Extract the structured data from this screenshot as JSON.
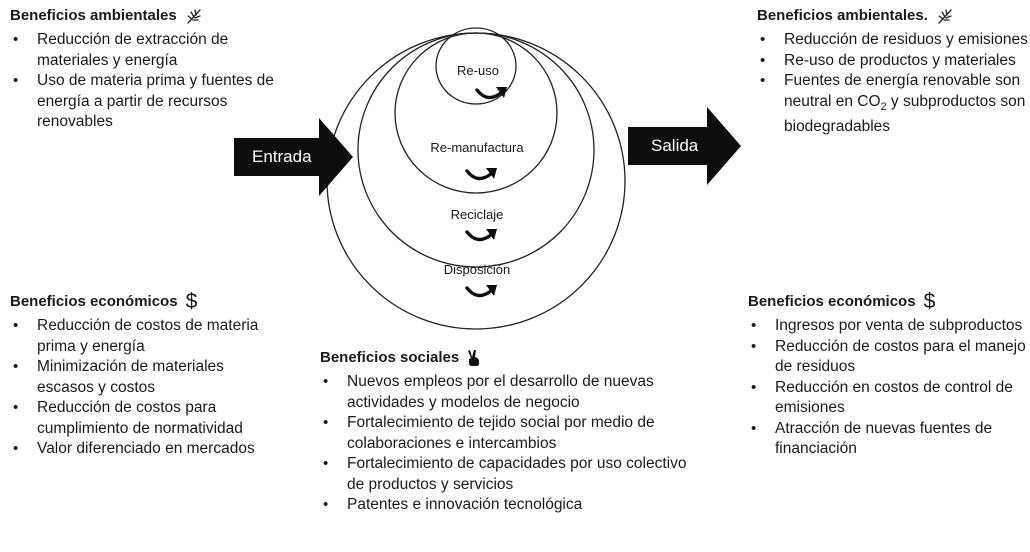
{
  "left_env": {
    "title": "Beneficios ambientales",
    "icon": "leaf-icon",
    "items": [
      "Reducción de extracción de materiales y energía",
      "Uso de materia prima y fuentes de energía a partir de recursos renovables"
    ]
  },
  "right_env": {
    "title": "Beneficios ambientales.",
    "icon": "leaf-icon",
    "items": [
      "Reducción de residuos y emisiones",
      "Re-uso de productos y materiales",
      "Fuentes de energía renovable son neutral en CO",
      "2",
      " y subproductos son biodegradables"
    ]
  },
  "left_econ": {
    "title": "Beneficios económicos",
    "icon": "$",
    "items": [
      "Reducción de costos  de materia prima y energía",
      "Minimización de materiales escasos y costos",
      "Reducción de costos para cumplimiento de normatividad",
      "Valor diferenciado en mercados"
    ]
  },
  "right_econ": {
    "title": "Beneficios económicos",
    "icon": "$",
    "items": [
      "Ingresos por venta de subproductos",
      "Reducción de costos para el manejo de residuos",
      "Reducción en costos de control de emisiones",
      "Atracción de nuevas fuentes de financiación"
    ]
  },
  "social": {
    "title": "Beneficios sociales",
    "icon": "peace-hand-icon",
    "items": [
      "Nuevos empleos por el desarrollo de nuevas actividades y modelos de negocio",
      "Fortalecimiento de tejido social por medio de colaboraciones e intercambios",
      "Fortalecimiento de capacidades por uso colectivo de productos y servicios",
      "Patentes e innovación tecnológica"
    ]
  },
  "diagram": {
    "input_label": "Entrada",
    "output_label": "Salida",
    "levels": [
      "Re-uso",
      "Re-manufactura",
      "Reciclaje",
      "Disposición"
    ],
    "arrow_color": "#0d0d0d"
  }
}
